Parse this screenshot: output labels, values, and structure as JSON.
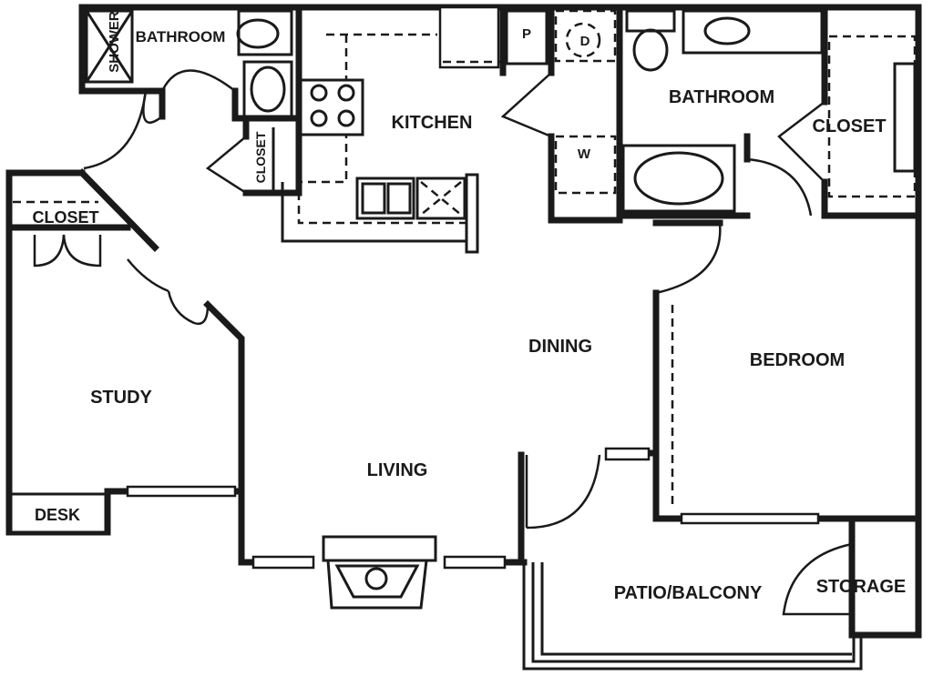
{
  "rooms": {
    "shower": "SHOWER",
    "bathroom_1": "BATHROOM",
    "kitchen": "KITCHEN",
    "pantry": "P",
    "dryer": "D",
    "washer": "W",
    "bathroom_2": "BATHROOM",
    "closet_bath": "CLOSET",
    "closet_hall": "CLOSET",
    "closet_study": "CLOSET",
    "study": "STUDY",
    "desk": "DESK",
    "dining": "DINING",
    "living": "LIVING",
    "bedroom": "BEDROOM",
    "patio": "PATIO/BALCONY",
    "storage": "STORAGE"
  }
}
